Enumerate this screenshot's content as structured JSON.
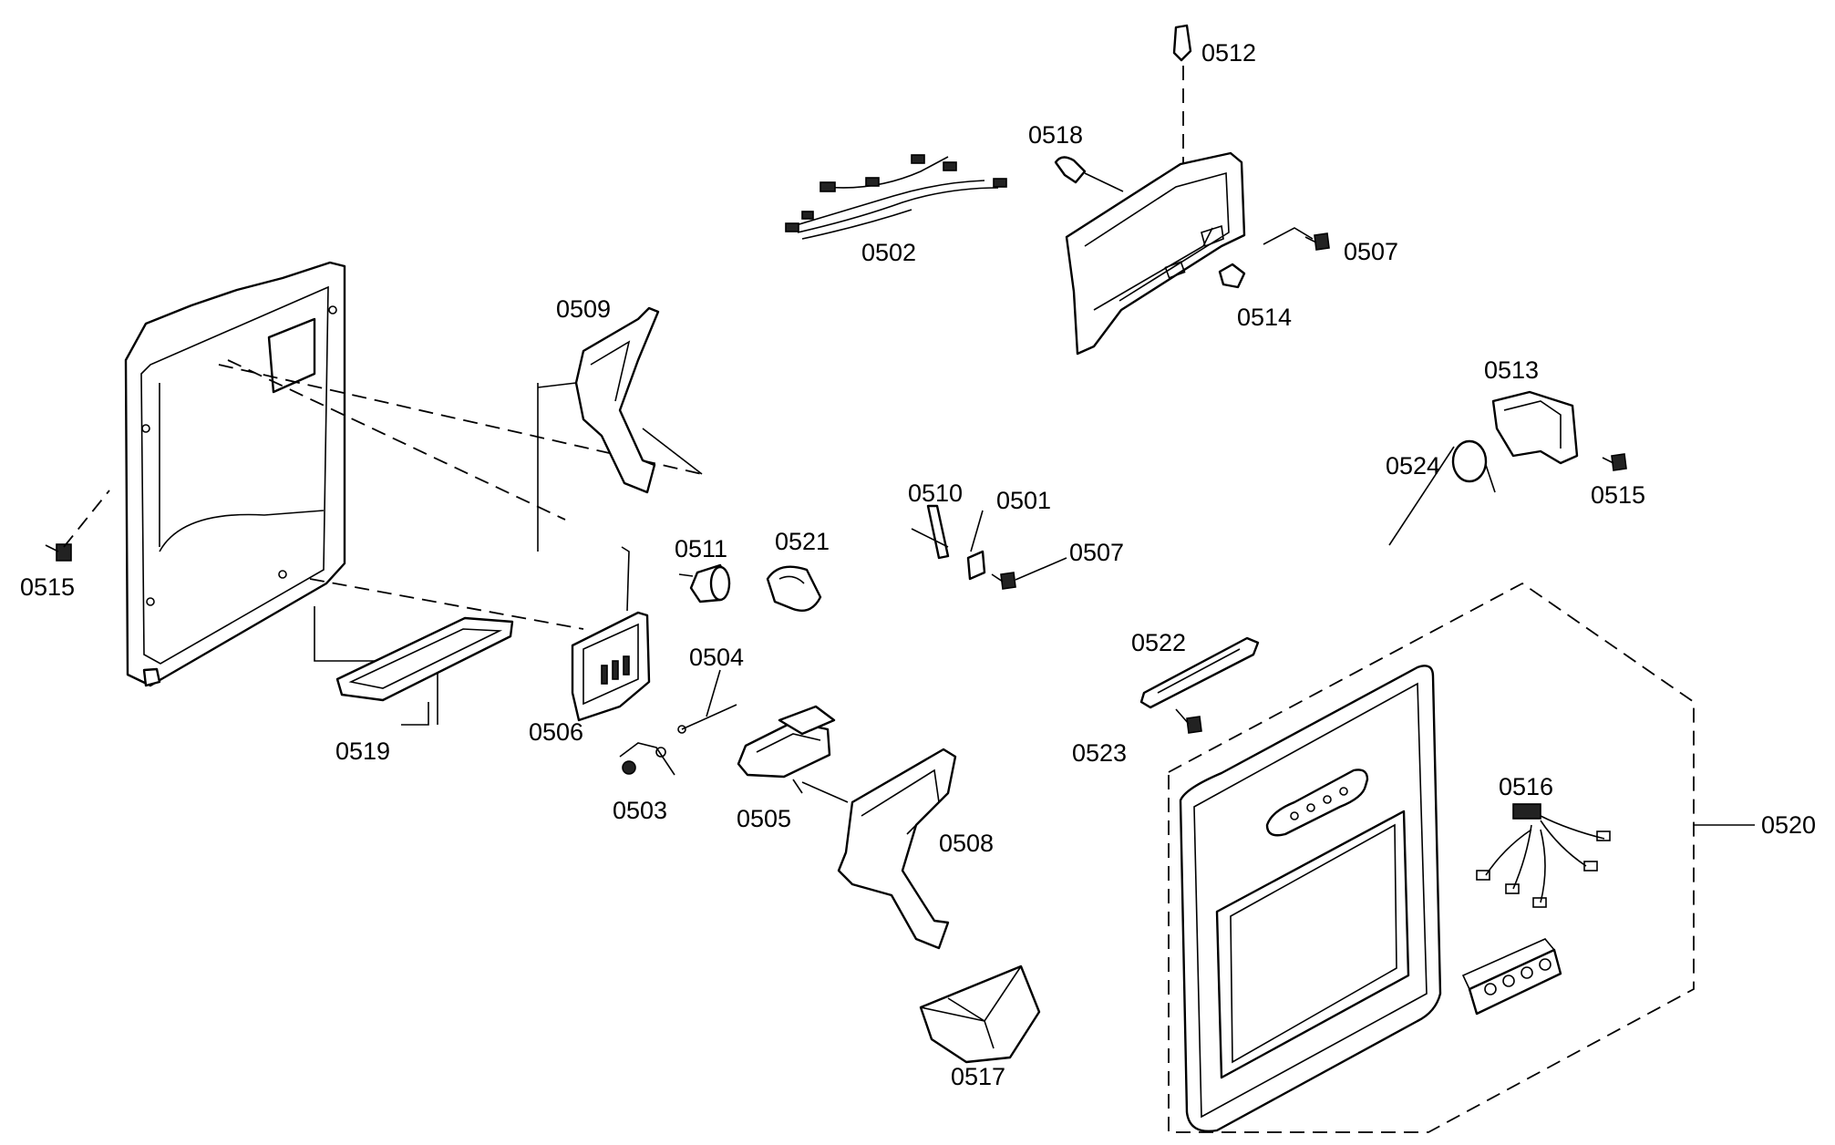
{
  "labels": {
    "l0512": "0512",
    "l0518": "0518",
    "l0502": "0502",
    "l0507a": "0507",
    "l0514": "0514",
    "l0509": "0509",
    "l0513": "0513",
    "l0524": "0524",
    "l0515a": "0515",
    "l0515b": "0515",
    "l0510": "0510",
    "l0501": "0501",
    "l0511": "0511",
    "l0521": "0521",
    "l0507b": "0507",
    "l0504": "0504",
    "l0522": "0522",
    "l0506": "0506",
    "l0519": "0519",
    "l0523": "0523",
    "l0516": "0516",
    "l0503": "0503",
    "l0505": "0505",
    "l0520": "0520",
    "l0508": "0508",
    "l0517": "0517"
  }
}
